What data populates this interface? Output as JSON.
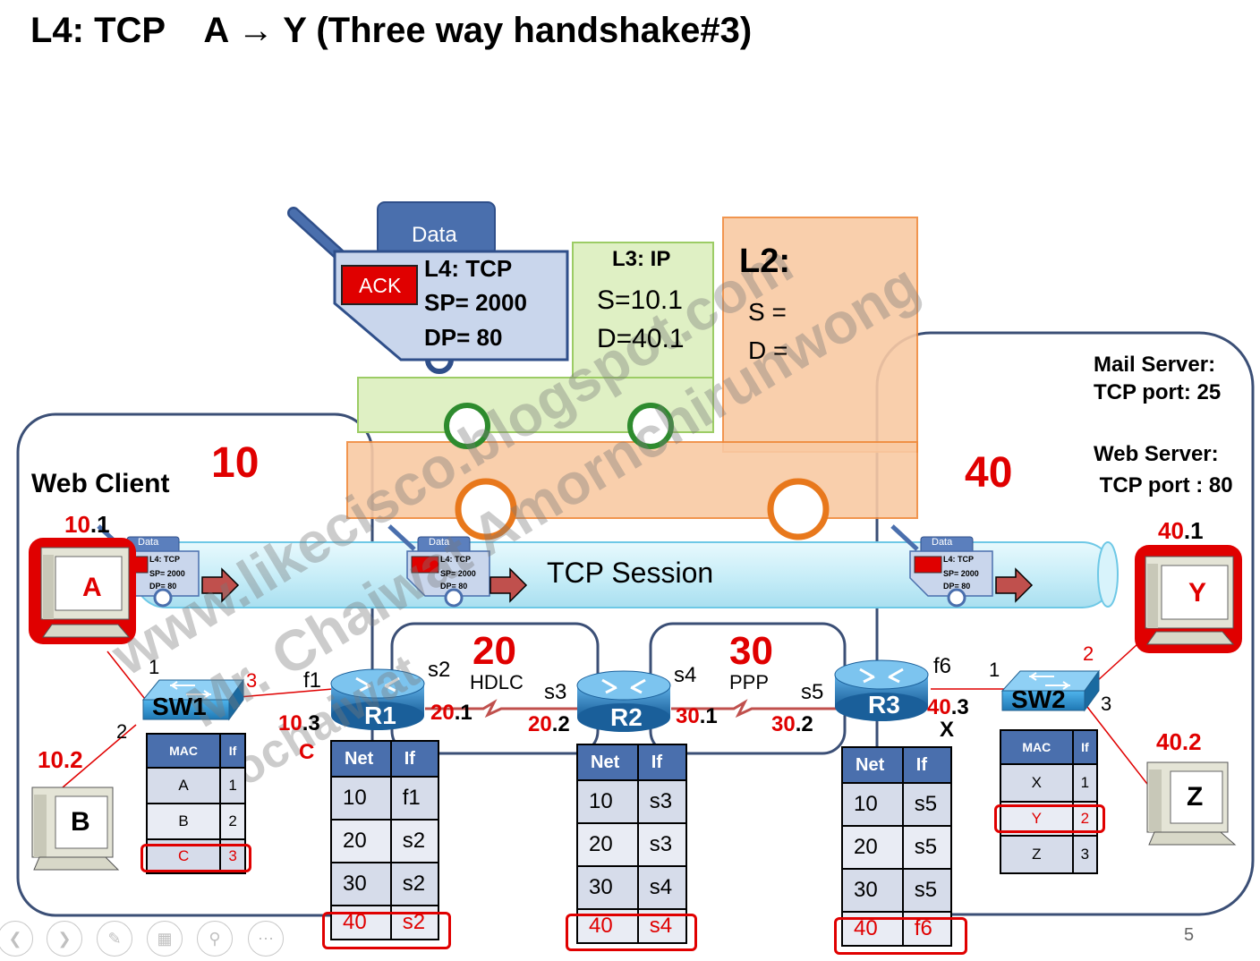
{
  "title": "L4: TCP    A → Y (Three way handshake#3)",
  "watermark": {
    "line1": "www.likecisco.blogspot.com",
    "line2": "Mr. Chaiwat Amornchirunwong",
    "line3": "Kochaiwat"
  },
  "packet": {
    "data": "Data",
    "ack": "ACK",
    "l4": "L4: TCP",
    "sp": "SP= 2000",
    "dp": "DP= 80"
  },
  "l3": {
    "title": "L3: IP",
    "src": "S=10.1",
    "dst": "D=40.1"
  },
  "l2": {
    "title": "L2:",
    "src": "S =",
    "dst": "D ="
  },
  "network10": {
    "label": "10",
    "client": "Web Client"
  },
  "network40": {
    "label": "40",
    "mail": "Mail Server:",
    "mail_port": "TCP port: 25",
    "web": "Web Server:",
    "web_port": " TCP port : 80"
  },
  "session": {
    "label": "TCP Session",
    "mini_data": "Data",
    "mini_l4": "L4: TCP",
    "mini_sp": "SP= 2000",
    "mini_dp": "DP= 80"
  },
  "hosts": {
    "A": {
      "name": "A",
      "ip_net": "10",
      "ip_host": ".1"
    },
    "B": {
      "name": "B",
      "ip_net": "10",
      "ip_host": ".2"
    },
    "Y": {
      "name": "Y",
      "ip_net": "40",
      "ip_host": ".1"
    },
    "Z": {
      "name": "Z",
      "ip_net": "40",
      "ip_host": ".2"
    }
  },
  "links": {
    "net20": {
      "label": "20",
      "proto": "HDLC"
    },
    "net30": {
      "label": "30",
      "proto": "PPP"
    }
  },
  "devices": {
    "sw1": {
      "name": "SW1",
      "p1": "1",
      "p2": "2",
      "p3": "3"
    },
    "sw2": {
      "name": "SW2",
      "p1": "1",
      "p2": "2",
      "p3": "3"
    },
    "r1": {
      "name": "R1",
      "if1": "f1",
      "if2": "s2",
      "ip1_net": "10",
      "ip1_host": ".3",
      "ip2_net": "20",
      "ip2_host": ".1",
      "mac": "C"
    },
    "r2": {
      "name": "R2",
      "if1": "s3",
      "if2": "s4",
      "ip1_net": "20",
      "ip1_host": ".2",
      "ip2_net": "30",
      "ip2_host": ".1"
    },
    "r3": {
      "name": "R3",
      "if1": "s5",
      "if2": "f6",
      "ip1_net": "30",
      "ip1_host": ".2",
      "ip2_net": "40",
      "ip2_host": ".3",
      "mac": "X"
    }
  },
  "mac_sw1": {
    "headers": [
      "MAC",
      "If"
    ],
    "rows": [
      [
        "A",
        "1"
      ],
      [
        "B",
        "2"
      ],
      [
        "C",
        "3"
      ]
    ]
  },
  "mac_sw2": {
    "headers": [
      "MAC",
      "If"
    ],
    "rows": [
      [
        "X",
        "1"
      ],
      [
        "Y",
        "2"
      ],
      [
        "Z",
        "3"
      ]
    ]
  },
  "rt_r1": {
    "headers": [
      "Net",
      "If"
    ],
    "rows": [
      [
        "10",
        "f1"
      ],
      [
        "20",
        "s2"
      ],
      [
        "30",
        "s2"
      ],
      [
        "40",
        "s2"
      ]
    ]
  },
  "rt_r2": {
    "headers": [
      "Net",
      "If"
    ],
    "rows": [
      [
        "10",
        "s3"
      ],
      [
        "20",
        "s3"
      ],
      [
        "30",
        "s4"
      ],
      [
        "40",
        "s4"
      ]
    ]
  },
  "rt_r3": {
    "headers": [
      "Net",
      "If"
    ],
    "rows": [
      [
        "10",
        "s5"
      ],
      [
        "20",
        "s5"
      ],
      [
        "30",
        "s5"
      ],
      [
        "40",
        "f6"
      ]
    ]
  },
  "page_number": "5",
  "colors": {
    "accent_red": "#e00000",
    "router_blue": "#1f78b4",
    "l2_orange": "#f9caa4",
    "l3_green": "#dff0c4",
    "session_cyan": "#c9eef8",
    "packet_blue": "#c9d6ec"
  }
}
